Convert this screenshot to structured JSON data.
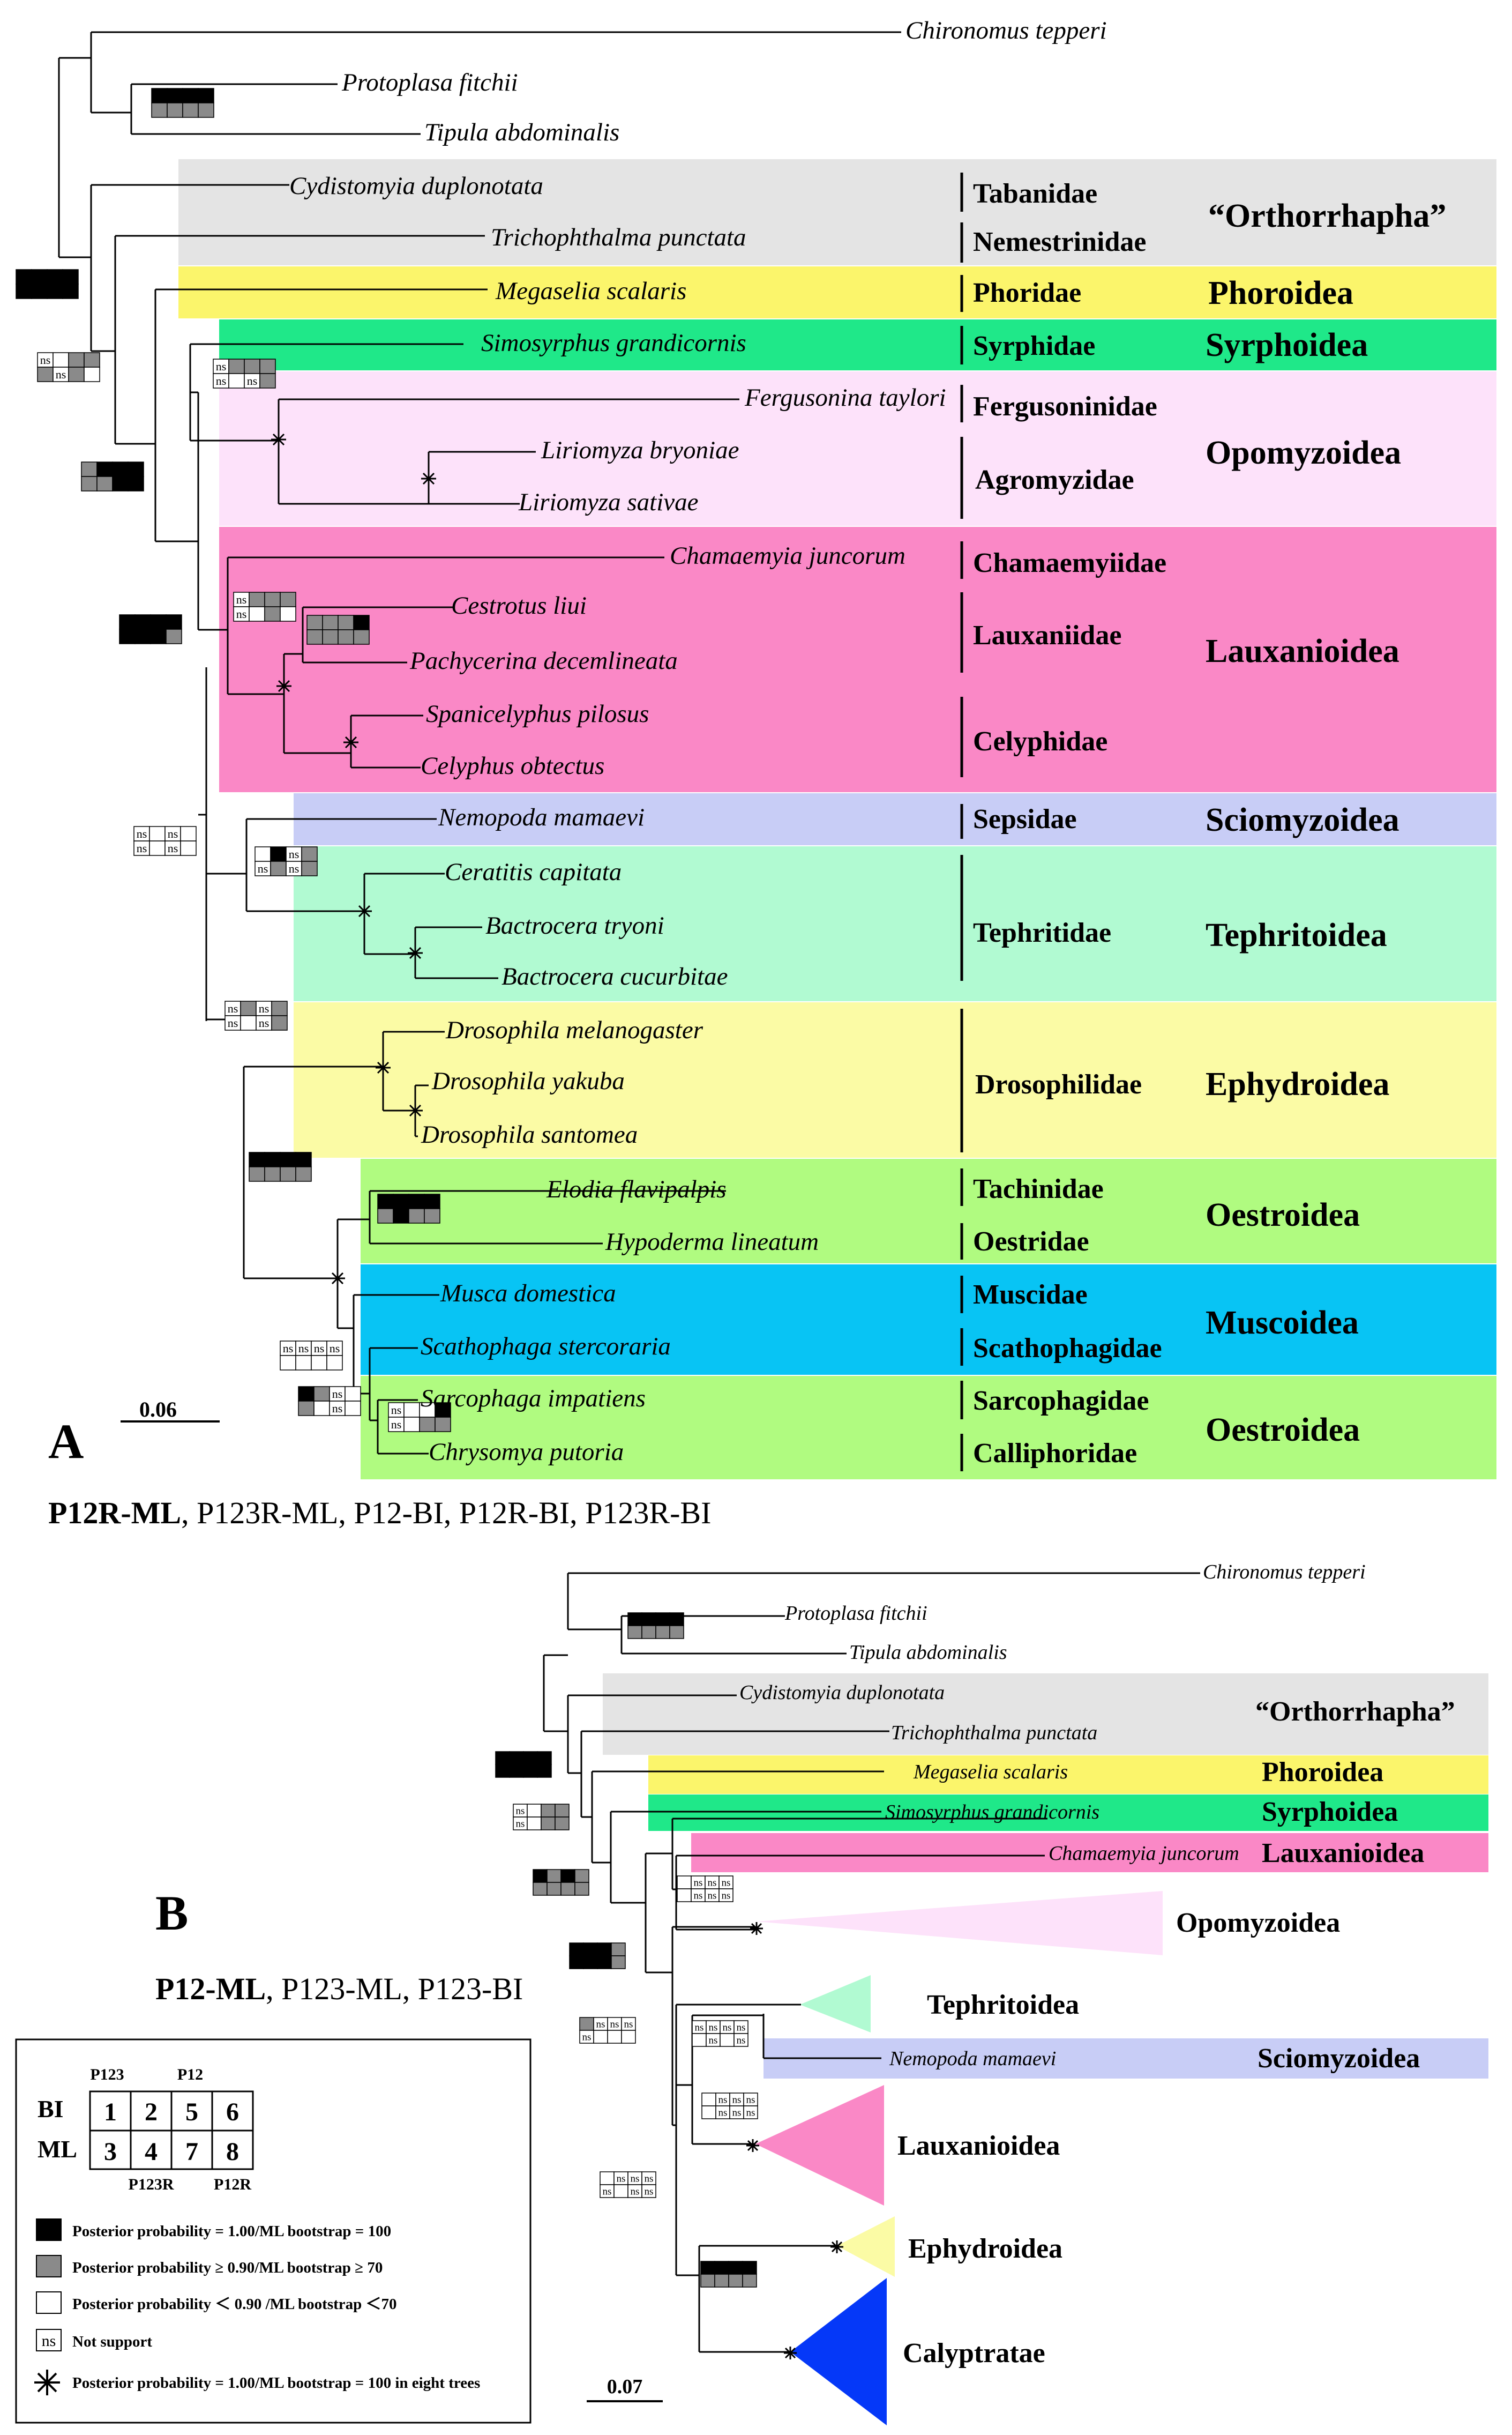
{
  "panelA": {
    "label": "A",
    "caption_bold": "P12R-ML",
    "caption_rest": ", P123R-ML, P12-BI, P12R-BI, P123R-BI",
    "scale": "0.06",
    "taxa": {
      "t0": "Chironomus tepperi",
      "t1": "Protoplasa fitchii",
      "t2": "Tipula abdominalis",
      "t3": "Cydistomyia duplonotata",
      "t4": "Trichophthalma punctata",
      "t5": "Megaselia scalaris",
      "t6": "Simosyrphus grandicornis",
      "t7": "Fergusonina taylori",
      "t8": "Liriomyza bryoniae",
      "t9": "Liriomyza sativae",
      "t10": "Chamaemyia juncorum",
      "t11": "Cestrotus liui",
      "t12": "Pachycerina decemlineata",
      "t13": "Spanicelyphus pilosus",
      "t14": "Celyphus obtectus",
      "t15": "Nemopoda mamaevi",
      "t16": "Ceratitis capitata",
      "t17": "Bactrocera tryoni",
      "t18": "Bactrocera cucurbitae",
      "t19": "Drosophila melanogaster",
      "t20": "Drosophila yakuba",
      "t21": "Drosophila santomea",
      "t22": "Elodia flavipalpis",
      "t23": "Hypoderma lineatum",
      "t24": "Musca domestica",
      "t25": "Scathophaga stercoraria",
      "t26": "Sarcophaga impatiens",
      "t27": "Chrysomya putoria"
    },
    "families": {
      "f0": "Tabanidae",
      "f1": "Nemestrinidae",
      "f2": "Phoridae",
      "f3": "Syrphidae",
      "f4": "Fergusoninidae",
      "f5": "Agromyzidae",
      "f6": "Chamaemyiidae",
      "f7": "Lauxaniidae",
      "f8": "Celyphidae",
      "f9": "Sepsidae",
      "f10": "Tephritidae",
      "f11": "Drosophilidae",
      "f12": "Tachinidae",
      "f13": "Oestridae",
      "f14": "Muscidae",
      "f15": "Scathophagidae",
      "f16": "Sarcophagidae",
      "f17": "Calliphoridae"
    },
    "superfamilies": {
      "s0": "“Orthorrhapha”",
      "s1": "Phoroidea",
      "s2": "Syrphoidea",
      "s3": "Opomyzoidea",
      "s4": "Lauxanioidea",
      "s5": "Sciomyzoidea",
      "s6": "Tephritoidea",
      "s7": "Ephydroidea",
      "s8": "Oestroidea",
      "s9": "Muscoidea",
      "s10": "Oestroidea"
    }
  },
  "panelB": {
    "label": "B",
    "caption_bold": "P12-ML",
    "caption_rest": ", P123-ML, P123-BI",
    "scale": "0.07",
    "taxa": {
      "t0": "Chironomus tepperi",
      "t1": "Protoplasa fitchii",
      "t2": "Tipula abdominalis",
      "t3": "Cydistomyia duplonotata",
      "t4": "Trichophthalma punctata",
      "t5": "Megaselia scalaris",
      "t6": "Simosyrphus grandicornis",
      "t7": "Chamaemyia juncorum",
      "t8": "Nemopoda mamaevi"
    },
    "groups": {
      "g0": "“Orthorrhapha”",
      "g1": "Phoroidea",
      "g2": "Syrphoidea",
      "g3": "Lauxanioidea",
      "g4": "Opomyzoidea",
      "g5": "Tephritoidea",
      "g6": "Sciomyzoidea",
      "g7": "Lauxanioidea",
      "g8": "Ephydroidea",
      "g9": "Calyptratae"
    }
  },
  "legend": {
    "row_bi": "BI",
    "row_ml": "ML",
    "top_p123": "P123",
    "top_p12": "P12",
    "bottom_p123r": "P123R",
    "bottom_p12r": "P12R",
    "cells": [
      "1",
      "2",
      "5",
      "6",
      "3",
      "4",
      "7",
      "8"
    ],
    "ns": "ns",
    "items": [
      "Posterior probability = 1.00/ML bootstrap = 100",
      "Posterior probability ≥ 0.90/ML bootstrap ≥ 70",
      "Posterior probability ＜ 0.90 /ML bootstrap ＜70",
      "Not support",
      "Posterior probability = 1.00/ML bootstrap = 100 in eight trees"
    ]
  },
  "colors": {
    "grey_band": "#e4e4e4",
    "yellow_band": "#fbf56b",
    "green_band": "#1fe889",
    "pink_light": "#fde2fa",
    "pink_dark": "#fa88c6",
    "lavender": "#c8cdf6",
    "mint": "#b1fad2",
    "pale_yellow": "#fbfba5",
    "lime": "#b0fb80",
    "cyan": "#08c4f4",
    "blue": "#0538f8",
    "support_black": "#000000",
    "support_grey": "#8a8a8a"
  }
}
